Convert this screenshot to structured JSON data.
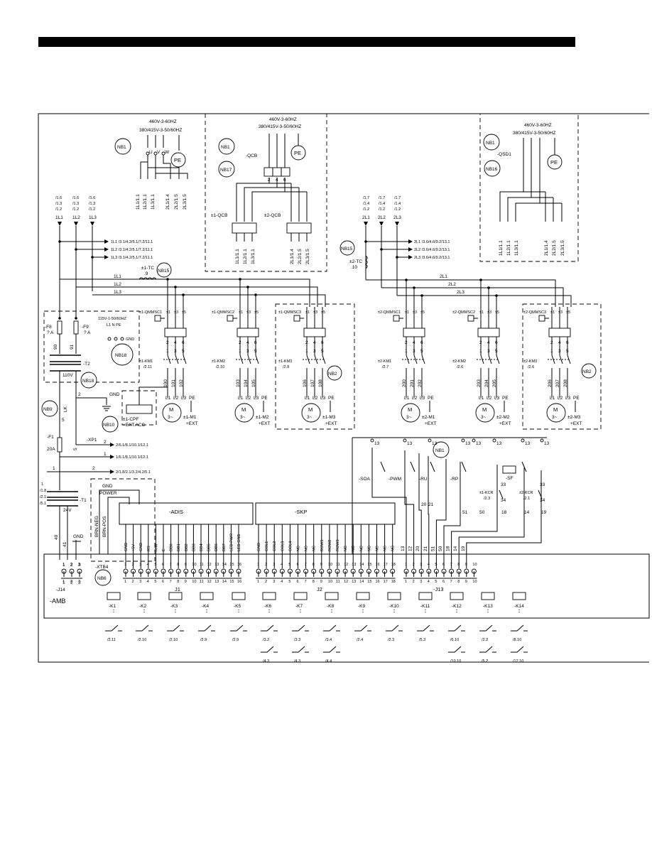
{
  "voltage": {
    "nb1": {
      "line1": "460V-3-60HZ",
      "line2": "380/415V-3-50/60HZ",
      "phases": [
        "U",
        "V",
        "W"
      ],
      "pe": "PE",
      "outputs": [
        "1L1/1.1",
        "1L2/1.1",
        "1L3/1.1",
        "2L1/1.4",
        "2L2/1.5",
        "2L3/1.5"
      ]
    },
    "mid": {
      "line1": "460V-3-60HZ",
      "line2": "380/415V-3-50/60HZ",
      "pe": "PE",
      "qcb": "-QCB",
      "qcb1": "±1-QCB",
      "qcb2": "±2-QCB",
      "outputs": [
        "1L1/1.1",
        "1L2/1.1",
        "1L3/1.1",
        "2L1/1.4",
        "2L2/1.5",
        "2L3/1.5"
      ]
    },
    "right": {
      "line1": "460V-3-60HZ",
      "line2": "380/415V-3-50/60HZ",
      "pe": "PE",
      "qsd": "-QSD1",
      "outputs": [
        "1L1/1.1",
        "1L2/1.1",
        "1L3/1.1",
        "2L1/1.4",
        "2L2/1.5",
        "2L3/1.5"
      ]
    }
  },
  "badges": [
    "NB1",
    "NB1",
    "NB17",
    "NB1",
    "NB16",
    "NB15",
    "NB15",
    "NB18",
    "NB18",
    "NB2",
    "NB2",
    "NB9",
    "NB10",
    "NB1",
    "NB6"
  ],
  "terminals": [
    "1",
    "2",
    "3",
    "4",
    "5",
    "6"
  ],
  "left_bus": {
    "refs1": [
      "/1.6",
      "/1.3",
      "/1.2"
    ],
    "refs2": [
      "/1.6",
      "/1.3",
      "/1.2"
    ],
    "refs3": [
      "/1.6",
      "/1.3",
      "/1.2"
    ],
    "labels": [
      "1L1",
      "1L2",
      "1L3"
    ],
    "xrefs": [
      "1L1 /3.1/4.2/5.1/7.2/11.1",
      "1L2 /3.1/4.2/5.1/7.2/11.1",
      "1L3 /3.1/4.2/5.1/7.2/11.1"
    ],
    "tc": "±1-TC",
    "tc_ref": ".9",
    "rails": [
      "1L1",
      "1L2",
      "1L3"
    ]
  },
  "right_bus": {
    "refs1": [
      "/1.7",
      "/1.4",
      "/1.2"
    ],
    "refs2": [
      "/1.7",
      "/1.4",
      "/1.2"
    ],
    "refs3": [
      "/1.7",
      "/1.4",
      "/1.2"
    ],
    "labels": [
      "2L1",
      "2L2",
      "2L3"
    ],
    "xrefs": [
      "2L1 /3.6/4.6/9.2/13.1",
      "2L2 /3.6/4.6/9.2/13.1",
      "2L3 /3.6/4.6/9.2/13.1"
    ],
    "tc": "±2-TC",
    "tc_ref": ".10",
    "rails": [
      "2L1",
      "2L2",
      "2L3"
    ]
  },
  "motors": [
    {
      "breaker": "±1-QMMSC1",
      "km": "±1-KM1",
      "km_ref": "/2.11",
      "wires": [
        "100",
        "101",
        "102"
      ],
      "name": "±1-M1",
      "ext": "+EXT"
    },
    {
      "breaker": "±1-QMMSC2",
      "km": "±1-KM2",
      "km_ref": "/2.10",
      "wires": [
        "103",
        "104",
        "105"
      ],
      "name": "±1-M2",
      "ext": "+EXT"
    },
    {
      "breaker": "±1-QMMSC3",
      "km": "±1-KM3",
      "km_ref": "/2.9",
      "wires": [
        "106",
        "107",
        "108"
      ],
      "name": "±1-M3",
      "ext": "+EXT"
    },
    {
      "breaker": "±2-QMMSC1",
      "km": "±2-KM1",
      "km_ref": "/2.7",
      "wires": [
        "200",
        "201",
        "202"
      ],
      "name": "±2-M1",
      "ext": "+EXT"
    },
    {
      "breaker": "±2-QMMSC2",
      "km": "±2-KM2",
      "km_ref": "/2.6",
      "wires": [
        "203",
        "204",
        "205"
      ],
      "name": "±2-M2",
      "ext": "+EXT"
    },
    {
      "breaker": "±2-QMMSC3",
      "km": "±2-KM3",
      "km_ref": "/2.6",
      "wires": [
        "206",
        "207",
        "208"
      ],
      "name": "±2-M3",
      "ext": "+EXT"
    }
  ],
  "motor_symbol": {
    "m": "M",
    "phase": "3~",
    "terms": [
      "L1",
      "L2",
      "L3",
      "PE"
    ]
  },
  "control": {
    "f8": "-F8",
    "f9": "-F9",
    "f8_rating": "? A",
    "f9_rating": "? A",
    "supply": "115V-1-50/60HZ",
    "supply_terms": "L1 N PE",
    "gnd": "GND",
    "t2": "-T2",
    "t2_v": "110V",
    "w90": "90",
    "w91": "91",
    "cpf": "±1-CPF",
    "cpf_ext": "+EXT.ACC",
    "gnd2": "GND",
    "lk": "LK",
    "f1": "-F1",
    "f1_rating": "20A",
    "w5a": "5",
    "w5b": "5",
    "xp1": "-XP1",
    "xp1_refs": [
      "2/6.1/8.1/10.1/12.1",
      "1/6.1/8.1/10.1/12.1"
    ],
    "ref_line1": "1",
    "ref_line2": "2/1.8/2.1/3.2/4.2/5.1",
    "side_refs": [
      "1",
      "/1.8",
      "/2.1",
      "/5.1"
    ],
    "t1": "-T1",
    "t1_v": "24V",
    "w40": "40",
    "w41": "41",
    "gnd3": "GND"
  },
  "amb": {
    "label": "-AMB",
    "j14": "-J14",
    "j14_pins": [
      "1",
      "2",
      "3"
    ],
    "xtb4": "-XTB4",
    "brn_neg": "BRN-NEG",
    "brn_pos": "BRN-POS",
    "gnd": "GND",
    "power": "POWER",
    "adis": "-ADIS",
    "skp": "-SKP",
    "j1": "J1",
    "j2": "J2",
    "j13": "-J13",
    "j1_pins": [
      "1",
      "2",
      "3",
      "4",
      "5",
      "6",
      "7",
      "8",
      "9",
      "10",
      "11",
      "12",
      "13",
      "14",
      "15",
      "16"
    ],
    "j1_signals": [
      "GND",
      "+5V",
      "GND",
      "RS",
      "R/W",
      "E",
      "DB0",
      "DB1",
      "DB2",
      "DB3",
      "DB4",
      "DB5",
      "DB6",
      "DB7",
      "LED PWR",
      "LED GND"
    ],
    "j2_pins": [
      "1",
      "2",
      "3",
      "4",
      "5",
      "6",
      "7",
      "8",
      "9",
      "10",
      "11",
      "12",
      "13",
      "14",
      "15",
      "16",
      "17",
      "18"
    ],
    "j2_signals": [
      "GND",
      "COL1",
      "COL2",
      "COL3",
      "COL4",
      "NC",
      "NC",
      "NC",
      "ROW1",
      "ROW2",
      "ROW3",
      "NC",
      "NC",
      "NC",
      "NC",
      "NC",
      "NC",
      "NC"
    ],
    "j13_pins": [
      "1",
      "2",
      "3",
      "4",
      "5",
      "6",
      "7",
      "8",
      "9",
      "10"
    ],
    "j13_wires": [
      "13",
      "12",
      "20",
      "21",
      "51",
      "50",
      "18",
      "14",
      "19"
    ]
  },
  "inputs": {
    "terms13": [
      "13",
      "13",
      "13",
      "13",
      "13",
      "13",
      "13",
      "13"
    ],
    "soa": "-SOA",
    "pwm": "-PWM",
    "ru": "-RU",
    "rp": "-RP",
    "sf": "-SF",
    "kcr1": "±1-KCR",
    "kcr1_ref": "/2.3",
    "kcr2": "±2-KCR",
    "kcr2_ref": "/2.1",
    "w33a": "33",
    "w33b": "33",
    "w34a": "34",
    "w34b": "34",
    "w20": "20",
    "w21": "21",
    "w51": "51",
    "w50": "50",
    "w18": "18",
    "w14": "14",
    "w19": "19"
  },
  "relays": [
    {
      "name": "-K1",
      "ref1": "/2.11",
      "ref2": ""
    },
    {
      "name": "-K2",
      "ref1": "/2.10",
      "ref2": ""
    },
    {
      "name": "-K3",
      "ref1": "/2.10",
      "ref2": ""
    },
    {
      "name": "-K4",
      "ref1": "/2.9",
      "ref2": ""
    },
    {
      "name": "-K5",
      "ref1": "/2.9",
      "ref2": ""
    },
    {
      "name": "-K6",
      "ref1": "/3.2",
      "ref2": "/4.3"
    },
    {
      "name": "-K7",
      "ref1": "/3.3",
      "ref2": "/4.3"
    },
    {
      "name": "-K8",
      "ref1": "/3.4",
      "ref2": "/4.4"
    },
    {
      "name": "-K9",
      "ref1": "/2.4",
      "ref2": ""
    },
    {
      "name": "-K10",
      "ref1": "/2.3",
      "ref2": ""
    },
    {
      "name": "-K11",
      "ref1": "/5.3",
      "ref2": ""
    },
    {
      "name": "-K12",
      "ref1": "/6.10",
      "ref2": "/10.10"
    },
    {
      "name": "-K13",
      "ref1": "/2.2",
      "ref2": "/5.2"
    },
    {
      "name": "-K14",
      "ref1": "/8.10",
      "ref2": "/12.10"
    }
  ]
}
